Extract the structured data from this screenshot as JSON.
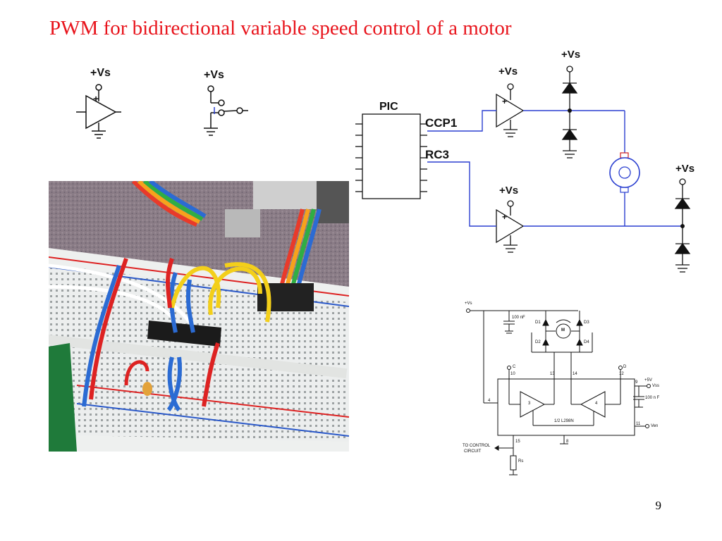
{
  "slide": {
    "title": "PWM for bidirectional variable speed control of a motor",
    "page_number": "9"
  },
  "symbols": {
    "opamp_supply_label": "+Vs",
    "switch_supply_label": "+Vs"
  },
  "bridge_diagram": {
    "pic_label": "PIC",
    "ccp1_label": "CCP1",
    "rc3_label": "RC3",
    "top_driver_supply": "+Vs",
    "top_diode_supply": "+Vs",
    "bottom_driver_supply": "+Vs",
    "bottom_diode_supply": "+Vs"
  },
  "l298_schematic": {
    "vs_label": "+Vs",
    "cap_top": "100 nF",
    "d1": "D1",
    "d2": "D2",
    "d3": "D3",
    "d4": "D4",
    "motor": "M",
    "pin_c": "C",
    "pin_d": "D",
    "pin10": "10",
    "pin12": "12",
    "pin13": "13",
    "pin14": "14",
    "pin4": "4",
    "pin9": "9",
    "pin15": "15",
    "pin8": "8",
    "pin11": "11",
    "plus5v": "+5V",
    "vss": "Vss",
    "cap_right": "100 n F",
    "amp3": "3",
    "amp4": "4",
    "chip": "1/2 L298N",
    "ven": "Ven",
    "control1": "TO CONTROL",
    "control2": "CIRCUIT",
    "rs": "Rs"
  },
  "colors": {
    "title": "#e8141c",
    "wire_blue": "#2a3fd0",
    "motor_red": "#d02020",
    "ink": "#111111"
  }
}
